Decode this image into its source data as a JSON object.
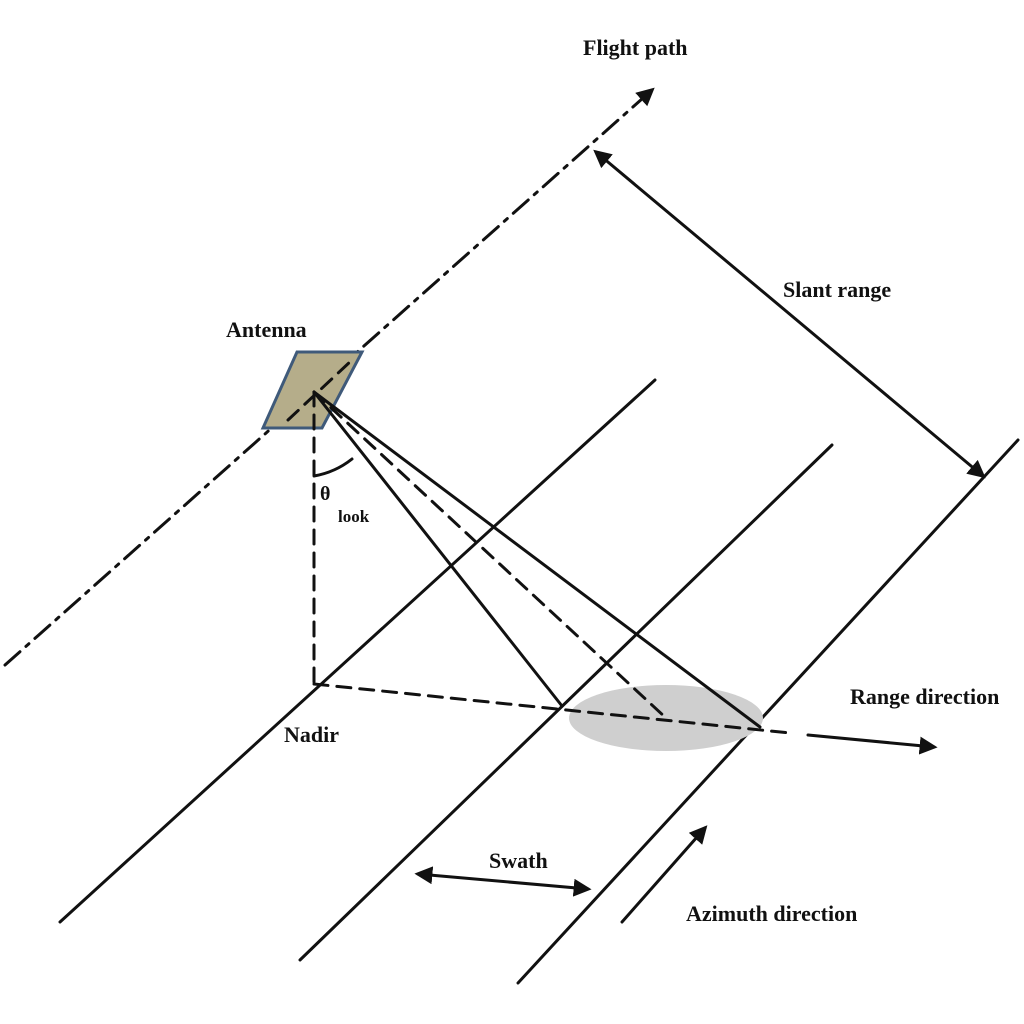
{
  "labels": {
    "flight_path": "Flight path",
    "slant_range": "Slant range",
    "antenna": "Antenna",
    "theta": "θ",
    "theta_sub": "look",
    "nadir": "Nadir",
    "range_direction": "Range direction",
    "swath": "Swath",
    "azimuth_direction": "Azimuth direction"
  },
  "colors": {
    "line": "#111111",
    "antenna_fill": "#b5ad8a",
    "antenna_stroke": "#3f5a7a",
    "footprint": "#cfcfcf"
  }
}
